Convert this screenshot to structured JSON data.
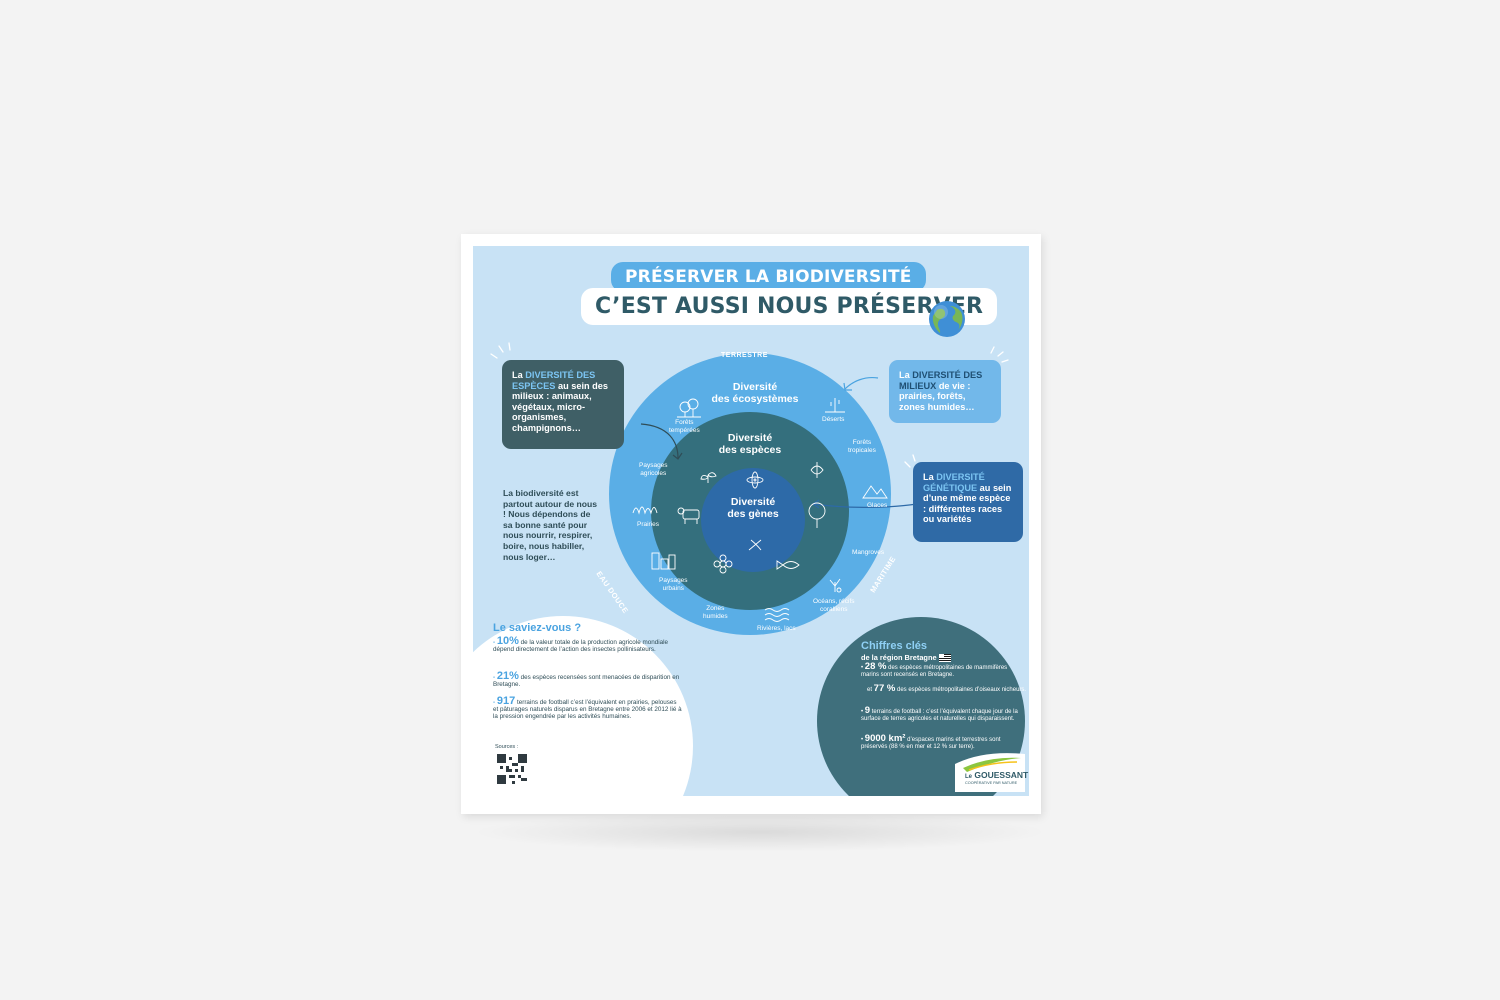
{
  "title": {
    "line1": "PRÉSERVER LA BIODIVERSITÉ",
    "line2": "C’EST AUSSI NOUS PRÉSERVER"
  },
  "rings": {
    "outer": {
      "line1": "Diversité",
      "line2": "des écosystèmes"
    },
    "middle": {
      "line1": "Diversité",
      "line2": "des espèces"
    },
    "inner": {
      "line1": "Diversité",
      "line2": "des gènes"
    }
  },
  "arc_labels": {
    "terrestre": "TERRESTRE",
    "eau_douce": "EAU DOUCE",
    "maritime": "MARITIME"
  },
  "ecosystems": [
    {
      "line1": "Forêts",
      "line2": "tempérées",
      "icon": "forest-icon"
    },
    {
      "line1": "Déserts",
      "line2": "",
      "icon": "cactus-icon"
    },
    {
      "line1": "Forêts",
      "line2": "tropicales",
      "icon": ""
    },
    {
      "line1": "Glaces",
      "line2": "",
      "icon": "mountain-icon"
    },
    {
      "line1": "Mangroves",
      "line2": "",
      "icon": ""
    },
    {
      "line1": "Océans, récifs",
      "line2": "coralliens",
      "icon": "coral-icon"
    },
    {
      "line1": "Rivières, lacs",
      "line2": "",
      "icon": "waves-icon"
    },
    {
      "line1": "Zones",
      "line2": "humides",
      "icon": ""
    },
    {
      "line1": "Paysages",
      "line2": "urbains",
      "icon": "city-icon"
    },
    {
      "line1": "Prairies",
      "line2": "",
      "icon": "grass-icon"
    },
    {
      "line1": "Paysages",
      "line2": "agricoles",
      "icon": ""
    }
  ],
  "box_species": {
    "pre": "La ",
    "hl": "DIVERSITÉ DES ESPÈCES",
    "post": " au sein des milieux : animaux, végétaux, micro-organismes, champignons…"
  },
  "box_env": {
    "pre": "La ",
    "hl": "DIVERSITÉ DES MILIEUX",
    "post": " de vie : prairies, forêts, zones humides…"
  },
  "box_gen": {
    "pre": "La ",
    "hl": "DIVERSITÉ GÉNÉTIQUE",
    "post": " au sein d’une même espèce : différentes races ou variétés"
  },
  "intro": "La biodiversité est partout autour de nous ! Nous dépendons de sa bonne santé pour nous nourrir, respirer, boire, nous habiller, nous loger…",
  "saviez": {
    "title": "Le saviez-vous ?",
    "facts": [
      {
        "big": "10%",
        "text": " de la valeur totale de la production agricole mondiale dépend directement de l’action des insectes pollinisateurs."
      },
      {
        "big": "21%",
        "text": " des espèces recensées sont menacées de disparition en Bretagne."
      },
      {
        "big": "917",
        "text": " terrains de football c’est l’équivalent en prairies, pelouses et pâturages naturels disparus en Bretagne entre 2006 et 2012 lié à la pression engendrée par les activités humaines."
      }
    ],
    "sources": "Sources :"
  },
  "chiffres": {
    "title": "Chiffres clés",
    "subtitle": "de la région Bretagne",
    "facts": [
      {
        "big": "28 %",
        "text": " des espèces métropolitaines de mammifères marins sont recensés en Bretagne."
      },
      {
        "big": "77 %",
        "text": " des espèces métropolitaines d’oiseaux nicheurs."
      },
      {
        "big": "9",
        "text": " terrains de football : c’est l’équivalent chaque jour de la surface de terres agricoles et naturelles qui disparaissent."
      },
      {
        "big": "9000 km²",
        "text": " d’espaces marins et terrestres sont préservés (88 % en mer et 12 % sur terre)."
      }
    ]
  },
  "logo": {
    "name": "GOUESSANT",
    "prefix": "Le",
    "tagline": "COOPÉRATIVE PAR NATURE"
  },
  "colors": {
    "background": "#c8e2f5",
    "outer_ring": "#5aaee6",
    "middle_ring": "#346f7d",
    "inner_ring": "#2d6aa8",
    "dark_teal": "#3f6f7c"
  }
}
